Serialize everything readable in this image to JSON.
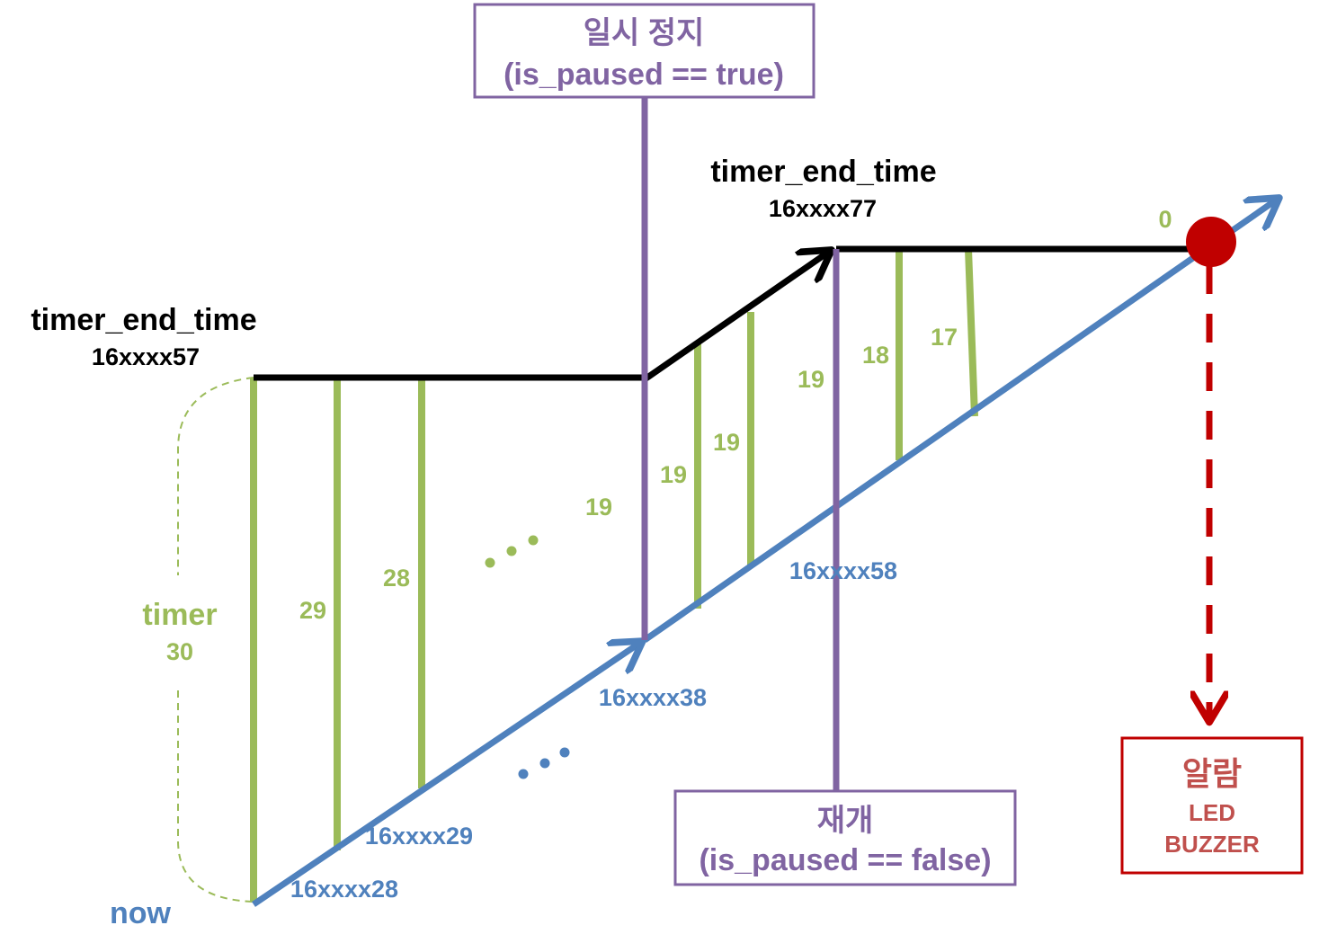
{
  "colors": {
    "green": "#9bbb59",
    "blue": "#4f81bd",
    "purple": "#8064a2",
    "black": "#000000",
    "red": "#c00000",
    "alarm_text": "#c0504d"
  },
  "labels": {
    "end_time_1_title": "timer_end_time",
    "end_time_1_value": "16xxxx57",
    "end_time_2_title": "timer_end_time",
    "end_time_2_value": "16xxxx77",
    "timer_title": "timer",
    "timer_value": "30",
    "now": "now",
    "pause_line1": "일시 정지",
    "pause_line2": "(is_paused == true)",
    "resume_line1": "재개",
    "resume_line2": "(is_paused == false)",
    "alarm_title": "알람",
    "alarm_led": "LED",
    "alarm_buzzer": "BUZZER",
    "zero": "0"
  },
  "countdown": [
    "29",
    "28",
    "19",
    "19",
    "19",
    "19",
    "18",
    "17"
  ],
  "timestamps": [
    "16xxxx28",
    "16xxxx29",
    "16xxxx38",
    "16xxxx58"
  ]
}
